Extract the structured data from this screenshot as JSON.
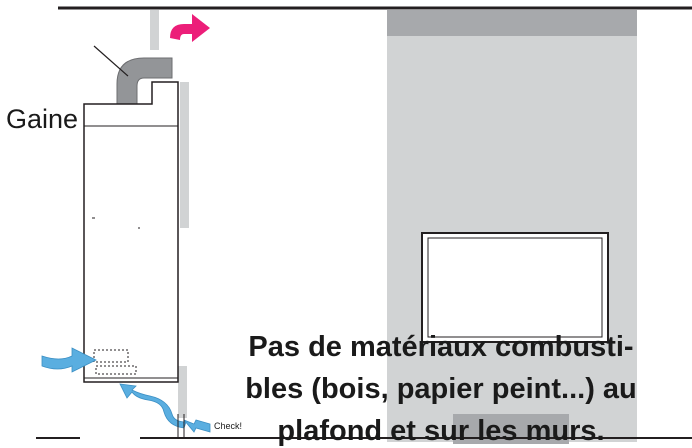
{
  "labels": {
    "duct": "Gaine",
    "check": "Check!"
  },
  "warning": {
    "lines": [
      "Pas de matériaux combusti-",
      "bles (bois, papier peint...) au",
      "plafond et sur les murs."
    ]
  },
  "colors": {
    "wall": "#d1d3d4",
    "wall_top": "#a7a9ac",
    "duct": "#939598",
    "outline": "#231f20",
    "air_in": "#5aaee0",
    "exhaust": "#ec1e79"
  }
}
